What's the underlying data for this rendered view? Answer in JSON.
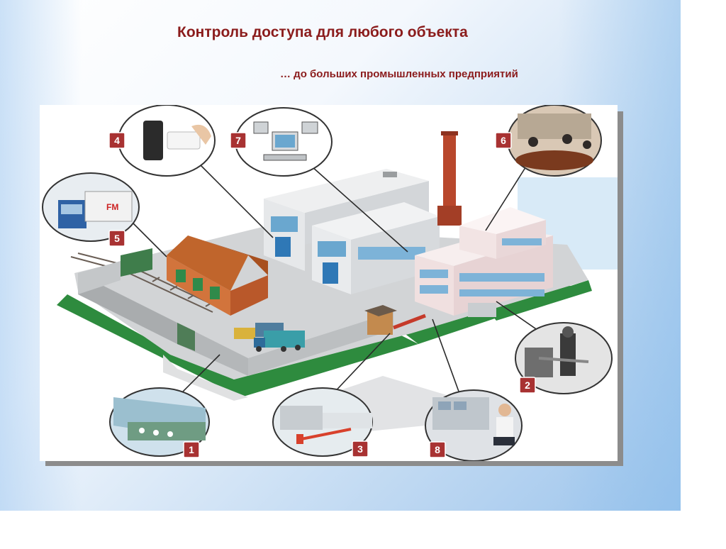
{
  "title": "Контроль доступа для любого объекта",
  "subtitle": "… до больших промышленных предприятий",
  "badges": [
    {
      "label": "1",
      "icon": "fence-icon"
    },
    {
      "label": "2",
      "icon": "turnstile-icon"
    },
    {
      "label": "3",
      "icon": "barrier-gate-icon"
    },
    {
      "label": "4",
      "icon": "card-reader-icon"
    },
    {
      "label": "5",
      "icon": "truck-icon"
    },
    {
      "label": "6",
      "icon": "meeting-room-icon"
    },
    {
      "label": "7",
      "icon": "computer-network-icon"
    },
    {
      "label": "8",
      "icon": "security-operator-icon"
    }
  ],
  "colors": {
    "title": "#8b1c1c",
    "badge": "#a83232",
    "grass": "#2e8b3e",
    "ground": "#d2d4d6",
    "warehouse_roof": "#c0652c",
    "chimney": "#b8472c"
  }
}
